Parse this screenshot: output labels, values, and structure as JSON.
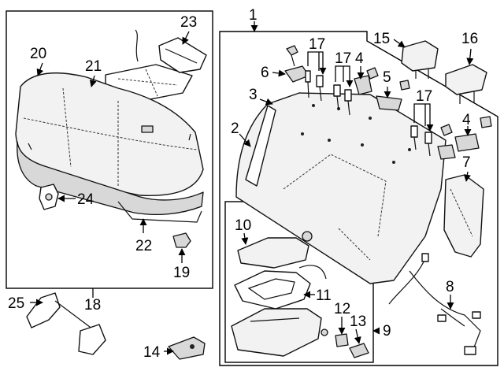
{
  "diagram": {
    "callouts": [
      {
        "id": "c1",
        "label": "1"
      },
      {
        "id": "c2",
        "label": "2"
      },
      {
        "id": "c3",
        "label": "3"
      },
      {
        "id": "c4a",
        "label": "4"
      },
      {
        "id": "c4b",
        "label": "4"
      },
      {
        "id": "c5",
        "label": "5"
      },
      {
        "id": "c6",
        "label": "6"
      },
      {
        "id": "c7",
        "label": "7"
      },
      {
        "id": "c8",
        "label": "8"
      },
      {
        "id": "c9",
        "label": "9"
      },
      {
        "id": "c10",
        "label": "10"
      },
      {
        "id": "c11",
        "label": "11"
      },
      {
        "id": "c12",
        "label": "12"
      },
      {
        "id": "c13",
        "label": "13"
      },
      {
        "id": "c14",
        "label": "14"
      },
      {
        "id": "c15",
        "label": "15"
      },
      {
        "id": "c16",
        "label": "16"
      },
      {
        "id": "c17a",
        "label": "17"
      },
      {
        "id": "c17b",
        "label": "17"
      },
      {
        "id": "c17c",
        "label": "17"
      },
      {
        "id": "c18",
        "label": "18"
      },
      {
        "id": "c19",
        "label": "19"
      },
      {
        "id": "c20",
        "label": "20"
      },
      {
        "id": "c21",
        "label": "21"
      },
      {
        "id": "c22",
        "label": "22"
      },
      {
        "id": "c23",
        "label": "23"
      },
      {
        "id": "c24",
        "label": "24"
      },
      {
        "id": "c25",
        "label": "25"
      }
    ]
  }
}
